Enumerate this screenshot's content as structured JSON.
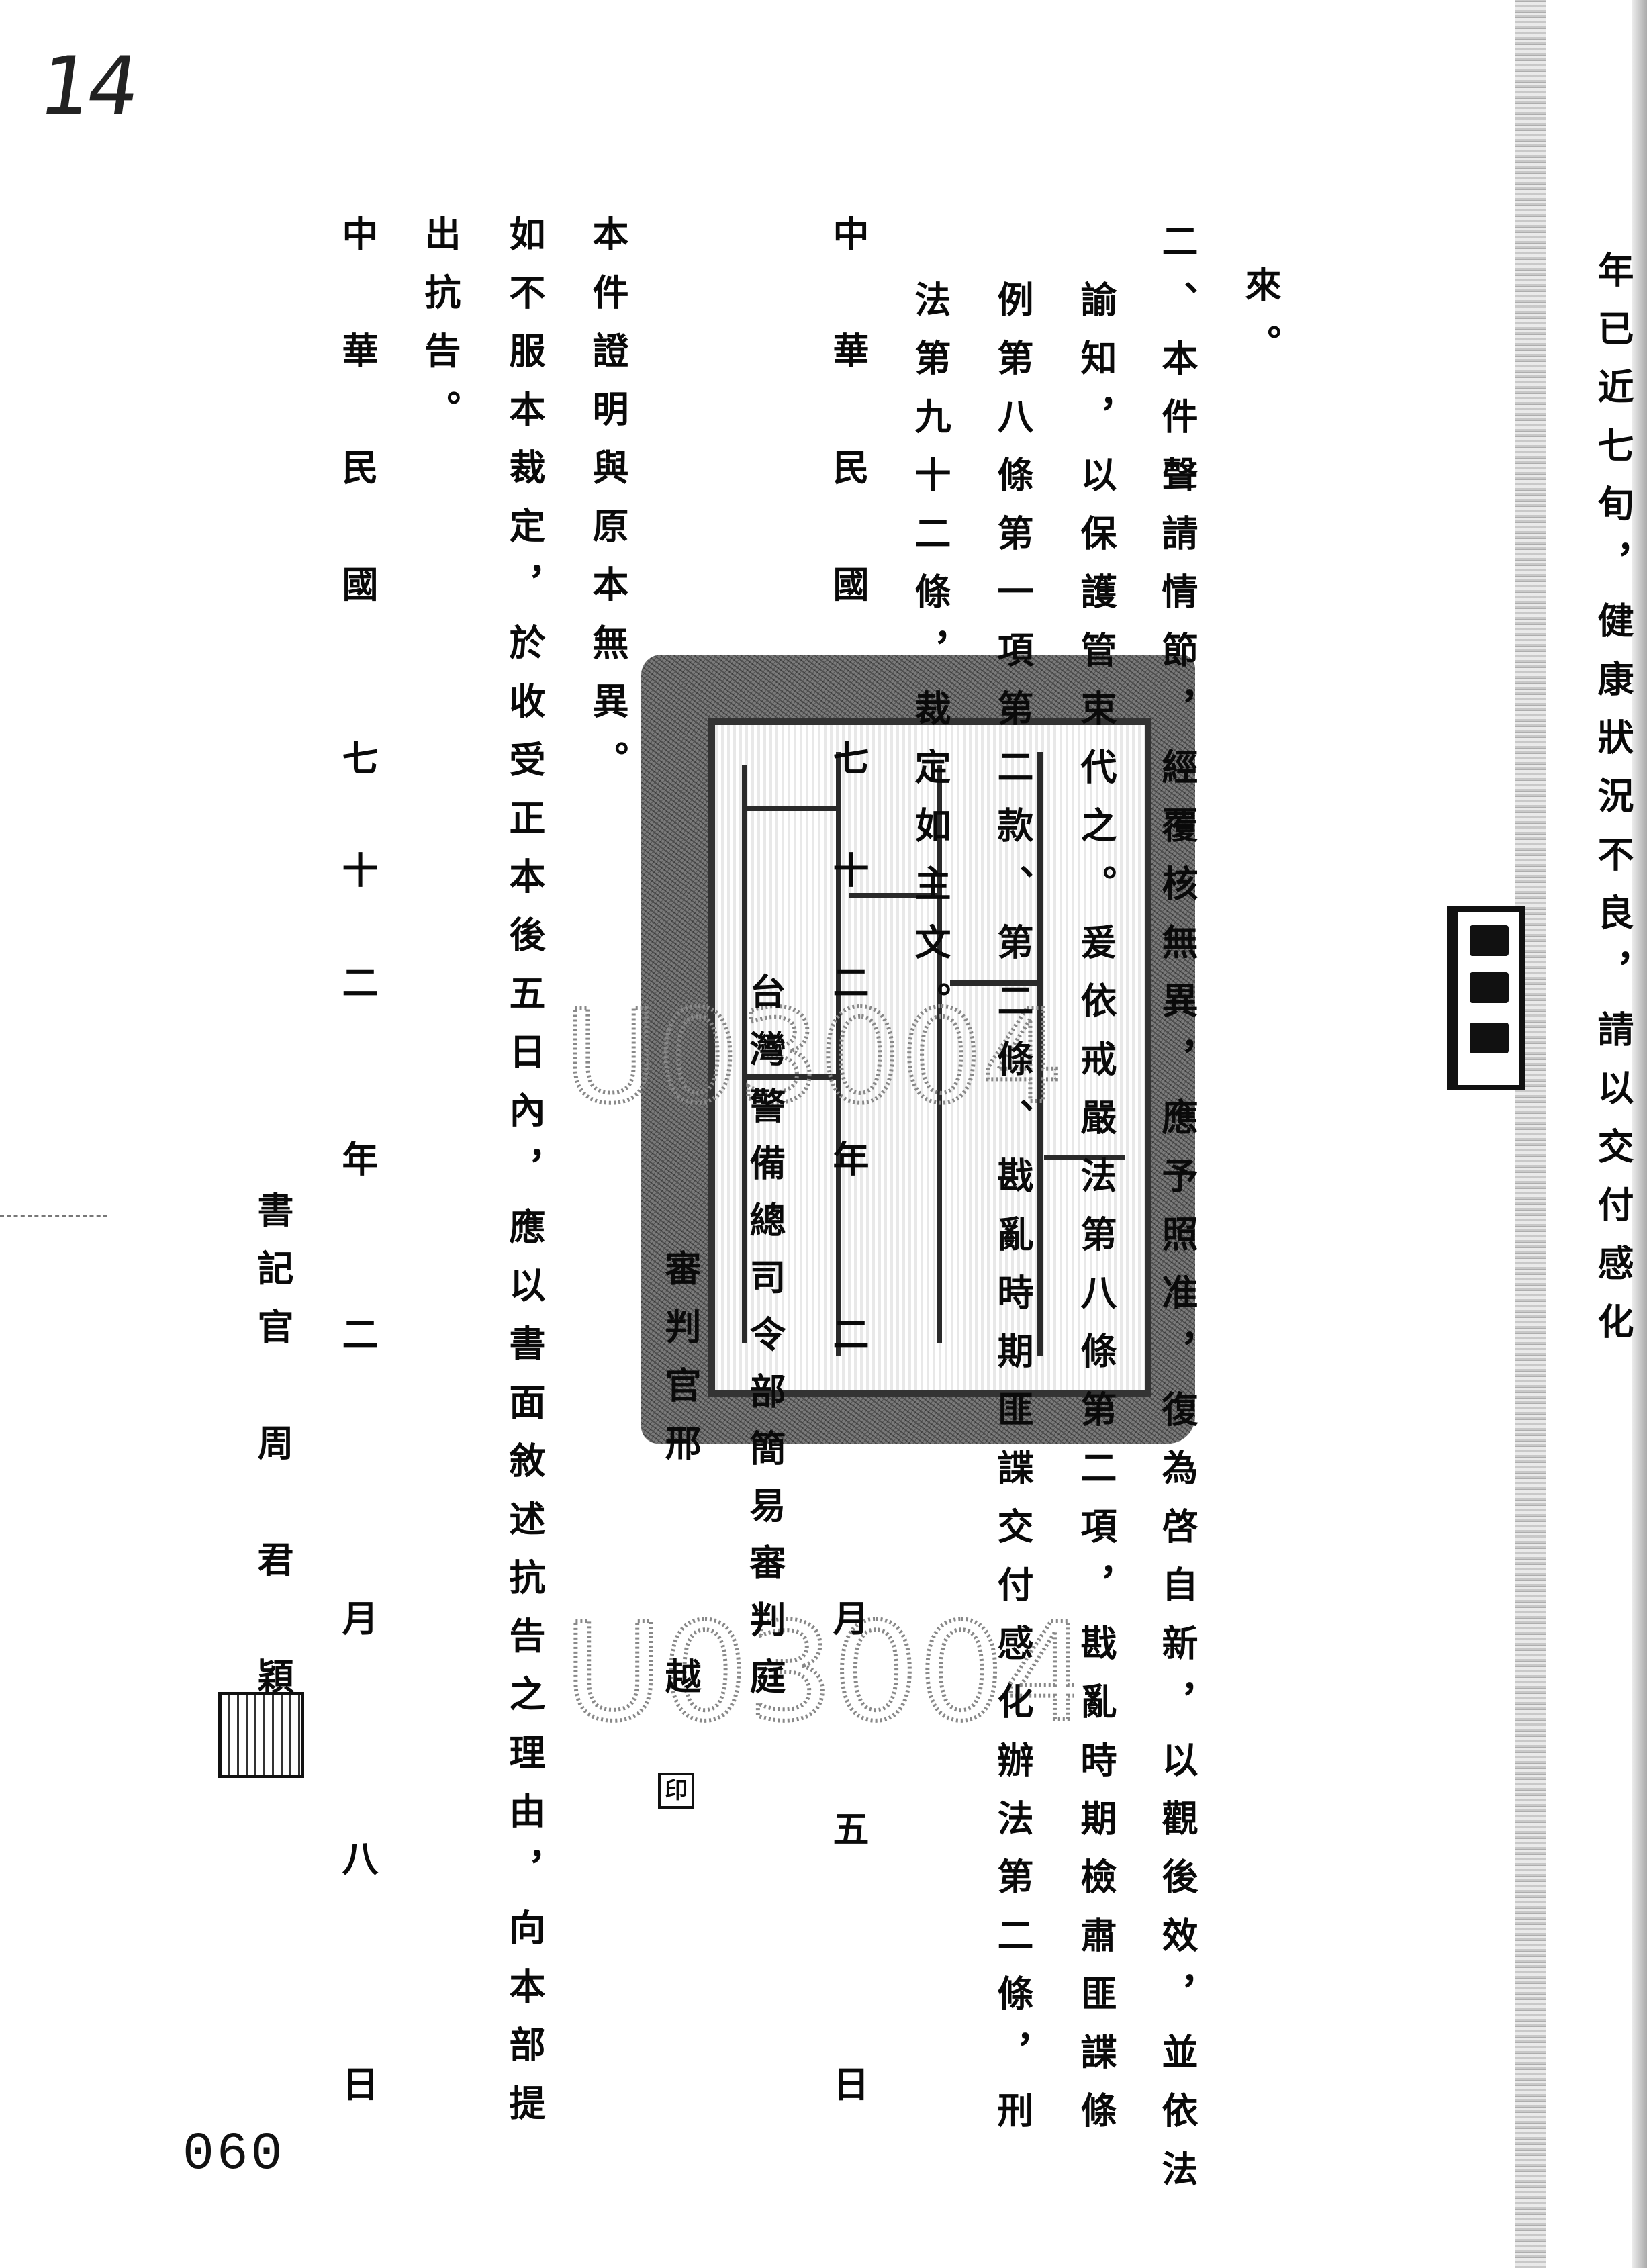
{
  "page_marks": {
    "handwritten_number": "14",
    "page_number": "060",
    "archive_watermark": "U03004"
  },
  "continued_column": "年已近七旬，健康狀況不良，請以交付感化",
  "body": {
    "col1": "來。",
    "col2": "二、本件聲請情節，經覆核無異，應予照准，復為啓自新，以觀後效，並依法",
    "col3": "諭知，以保護管束代之。爰依戒嚴法第八條第二項，戡亂時期檢肅匪諜條",
    "col4": "例第八條第一項第二款、第二條、戡亂時期匪諜交付感化辦法第二條，刑",
    "col5": "法第九十二條，裁定如主文。"
  },
  "decision_date": {
    "era": "中華民國",
    "year": "七十二",
    "year_unit": "年",
    "month": "二",
    "month_unit": "月",
    "day": "五",
    "day_unit": "日"
  },
  "court": {
    "name": "台灣警備總司令部簡易審判庭",
    "judge_title": "審判官",
    "judge_surname": "邢",
    "judge_given": "越",
    "seal_mark": "印"
  },
  "certification": "本件證明與原本無異。",
  "appeal_notice": {
    "line1": "如不服本裁定，於收受正本後五日內，應以書面敘述抗告之理由，向本部提",
    "line2": "出抗告。"
  },
  "copy_date": {
    "era": "中華民國",
    "year": "七十二",
    "year_unit": "年",
    "month": "二",
    "month_unit": "月",
    "day": "八",
    "day_unit": "日"
  },
  "clerk": {
    "title": "書記官",
    "surname": "周",
    "given1": "君",
    "given2": "穎"
  }
}
